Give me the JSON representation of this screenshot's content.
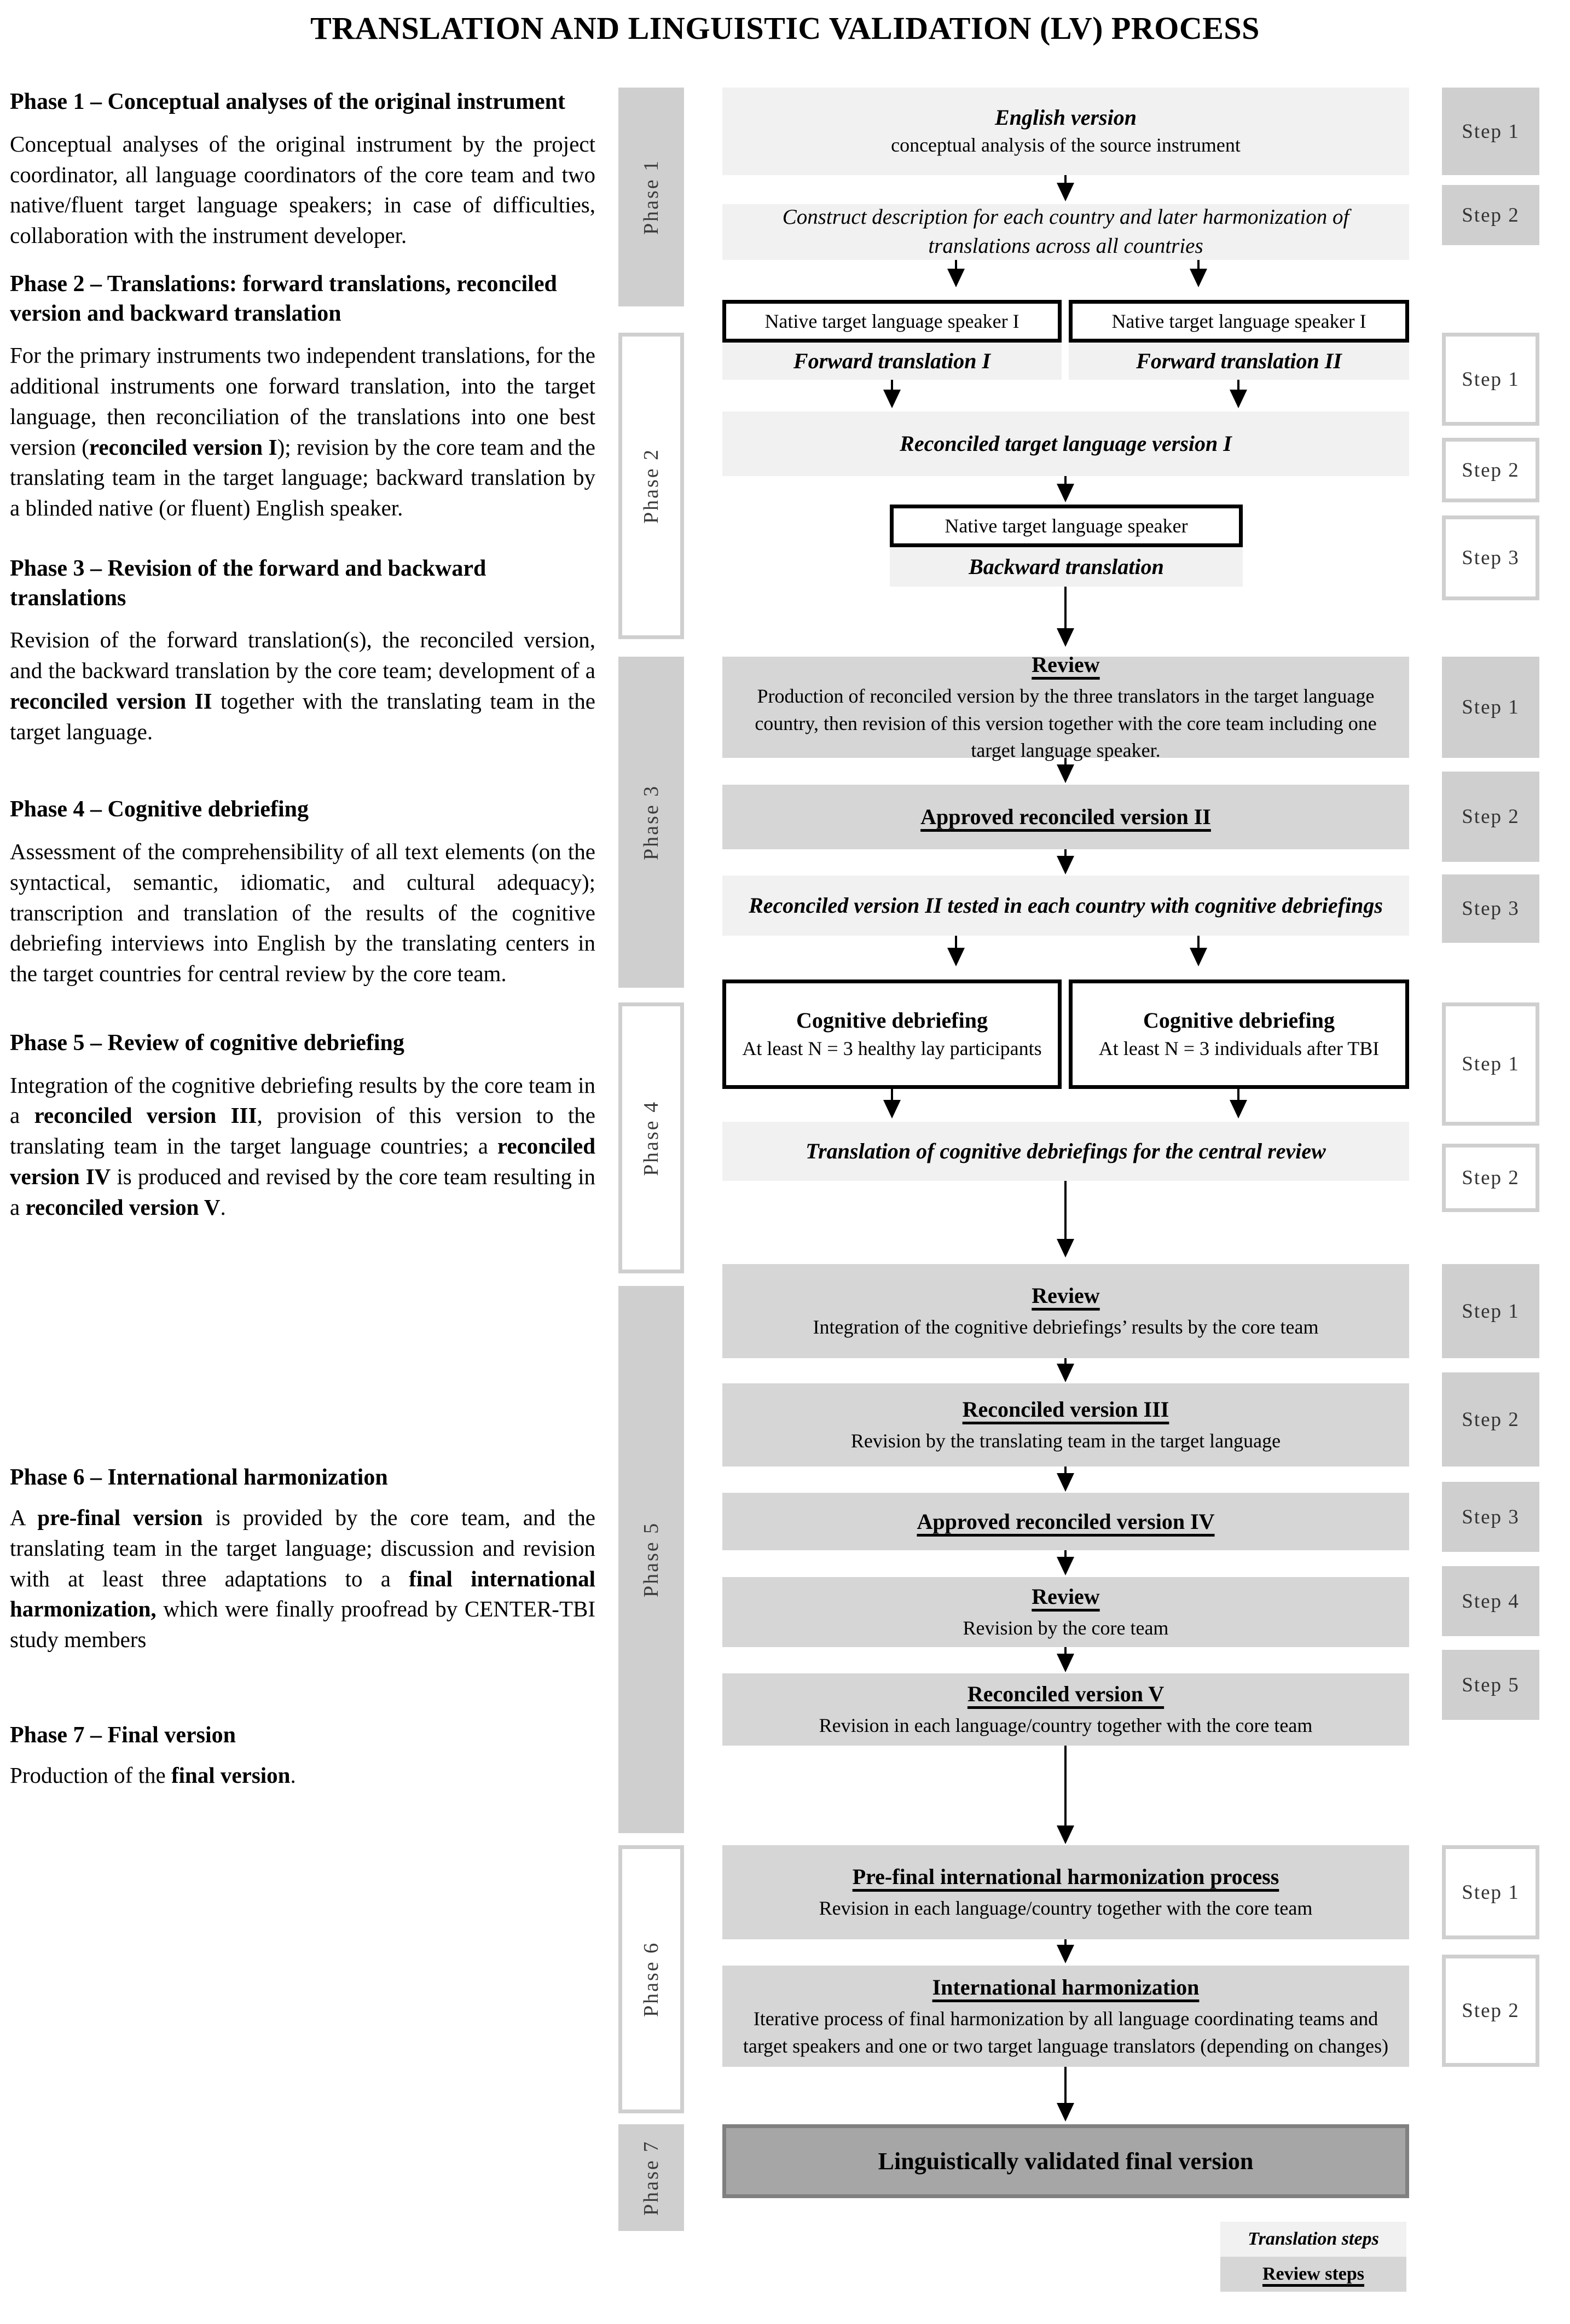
{
  "title": "TRANSLATION AND LINGUISTIC VALIDATION (LV) PROCESS",
  "narrative": [
    {
      "heading": "Phase 1 – Conceptual analyses of the original instrument",
      "body_html": "Conceptual analyses of the original instrument by the project coordinator, all language coordinators of the core team and two native/fluent target language speakers; in case of difficulties, collaboration with the instrument developer."
    },
    {
      "heading": "Phase 2 – Translations: forward translations, reconciled version and backward translation",
      "body_html": "For the primary instruments two independent translations, for the additional instruments one forward translation, into the target language, then reconciliation of the translations into one best version (<b>reconciled version I</b>); revision by the core team and the translating team in the target language; backward translation by a blinded native (or fluent) English speaker."
    },
    {
      "heading": "Phase 3 – Revision of the forward and backward translations",
      "body_html": "Revision of the forward translation(s), the reconciled version, and the backward translation by the core team; development of a <b>reconciled version II</b> together with the translating team in the target language."
    },
    {
      "heading": "Phase 4 – Cognitive debriefing",
      "body_html": "Assessment of the comprehensibility of all text elements (on the syntactical, semantic, idiomatic, and cultural adequacy); transcription and translation of the results of the cognitive debriefing interviews into English by the translating centers in the target countries for central review by the core team."
    },
    {
      "heading": "Phase 5 – Review of cognitive debriefing",
      "body_html": "Integration of the cognitive debriefing results by the core team in a <b>reconciled version III</b>, provision of this version to the translating team in the target language countries; a <b>reconciled version IV</b> is produced and revised by the core team resulting in a <b>reconciled version V</b>."
    },
    {
      "heading": "Phase 6 – International harmonization",
      "body_html": "A <b>pre-final version</b> is provided by the core team, and the translating team in the target language; discussion and revision with at least three adaptations to a <b>final international harmonization,</b> which were finally proofread by CENTER-TBI study members"
    },
    {
      "heading": "Phase 7 –  Final version",
      "body_html": "Production of the <b>final version</b>."
    }
  ],
  "phase_labels": [
    {
      "text": "Phase 1",
      "style": "fill"
    },
    {
      "text": "Phase 2",
      "style": "outline"
    },
    {
      "text": "Phase 3",
      "style": "fill"
    },
    {
      "text": "Phase 4",
      "style": "outline"
    },
    {
      "text": "Phase 5",
      "style": "fill"
    },
    {
      "text": "Phase 6",
      "style": "outline"
    },
    {
      "text": "Phase 7",
      "style": "fill"
    }
  ],
  "step_labels": [
    {
      "text": "Step 1",
      "style": "fill"
    },
    {
      "text": "Step 2",
      "style": "fill"
    },
    {
      "text": "Step 1",
      "style": "outline"
    },
    {
      "text": "Step 2",
      "style": "outline"
    },
    {
      "text": "Step 3",
      "style": "outline"
    },
    {
      "text": "Step 1",
      "style": "fill"
    },
    {
      "text": "Step 2",
      "style": "fill"
    },
    {
      "text": "Step 3",
      "style": "fill"
    },
    {
      "text": "Step 1",
      "style": "outline"
    },
    {
      "text": "Step 2",
      "style": "outline"
    },
    {
      "text": "Step 1",
      "style": "fill"
    },
    {
      "text": "Step 2",
      "style": "fill"
    },
    {
      "text": "Step 3",
      "style": "fill"
    },
    {
      "text": "Step 4",
      "style": "fill"
    },
    {
      "text": "Step 5",
      "style": "fill"
    },
    {
      "text": "Step 1",
      "style": "outline"
    },
    {
      "text": "Step 2",
      "style": "outline"
    }
  ],
  "nodes": {
    "english_version_title": "English version",
    "english_version_sub": "conceptual analysis of the source instrument",
    "construct_description": "Construct description for each country and later harmonization of translations across all countries",
    "native_speaker_1": "Native target language speaker I",
    "native_speaker_2": "Native target language speaker I",
    "forward_translation_1": "Forward translation I",
    "forward_translation_2": "Forward translation II",
    "reconciled_target_version_1": "Reconciled target language version I",
    "native_speaker_back": "Native target language speaker",
    "backward_translation": "Backward translation",
    "review_p3_title": "Review",
    "review_p3_sub": "Production of reconciled version by the three translators in the target language country, then revision of this version together with the core team including one target language speaker.",
    "approved_reconciled_2": "Approved reconciled version II",
    "reconciled_2_tested": "Reconciled version II tested in each country with cognitive debriefings",
    "cog_debrief_1_title": "Cognitive debriefing",
    "cog_debrief_1_sub": "At least N = 3 healthy lay participants",
    "cog_debrief_2_title": "Cognitive debriefing",
    "cog_debrief_2_sub": "At least N = 3 individuals after TBI",
    "translation_cog_debrief": "Translation of cognitive debriefings for the central review",
    "review_p5_title": "Review",
    "review_p5_sub": "Integration of the cognitive debriefings’ results by the core team",
    "reconciled_3_title": "Reconciled version III",
    "reconciled_3_sub": "Revision by the translating team in the target language",
    "approved_reconciled_4": "Approved reconciled version IV",
    "review_p5b_title": "Review",
    "review_p5b_sub": "Revision by the core team",
    "reconciled_5_title": "Reconciled version V",
    "reconciled_5_sub": "Revision in each language/country together with the core team",
    "prefinal_title": "Pre-final international harmonization process",
    "prefinal_sub": "Revision in each language/country together with the core team",
    "intl_harm_title": "International harmonization",
    "intl_harm_sub": "Iterative process of final harmonization by all language coordinating teams and target speakers and one or two target language translators (depending on changes)",
    "final_version": "Linguistically validated final version"
  },
  "legend": {
    "translation_steps": "Translation steps",
    "review_steps": "Review steps"
  },
  "colors": {
    "translation_step_bg": "#f1f1f1",
    "review_step_bg": "#d6d6d6",
    "final_bg": "#a6a6a6",
    "phase_bg": "#cfcfcf"
  }
}
